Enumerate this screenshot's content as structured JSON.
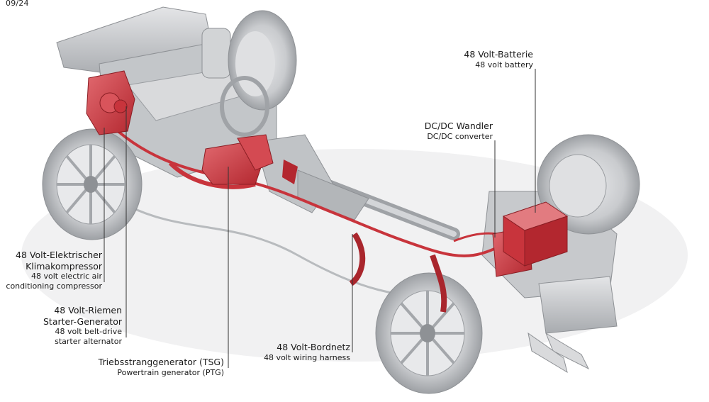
{
  "page_number": "09/24",
  "labels": {
    "battery": {
      "de": "48 Volt-Batterie",
      "en": "48 volt battery"
    },
    "dcdc": {
      "de": "DC/DC Wandler",
      "en": "DC/DC converter"
    },
    "compressor": {
      "de1": "48 Volt-Elektrischer",
      "de2": "Klimakompressor",
      "en1": "48 volt electric air",
      "en2": "conditioning compressor"
    },
    "bsg": {
      "de1": "48 Volt-Riemen",
      "de2": "Starter-Generator",
      "en1": "48 volt belt-drive",
      "en2": "starter alternator"
    },
    "tsg": {
      "de": "Triebsstranggenerator (TSG)",
      "en": "Powertrain generator (PTG)"
    },
    "wiring": {
      "de": "48 Volt-Bordnetz",
      "en": "48 volt wiring harness"
    }
  },
  "colors": {
    "highlight_red": "#c8343c",
    "component_gray": "#b9bcc0",
    "leader_line": "#333333"
  }
}
